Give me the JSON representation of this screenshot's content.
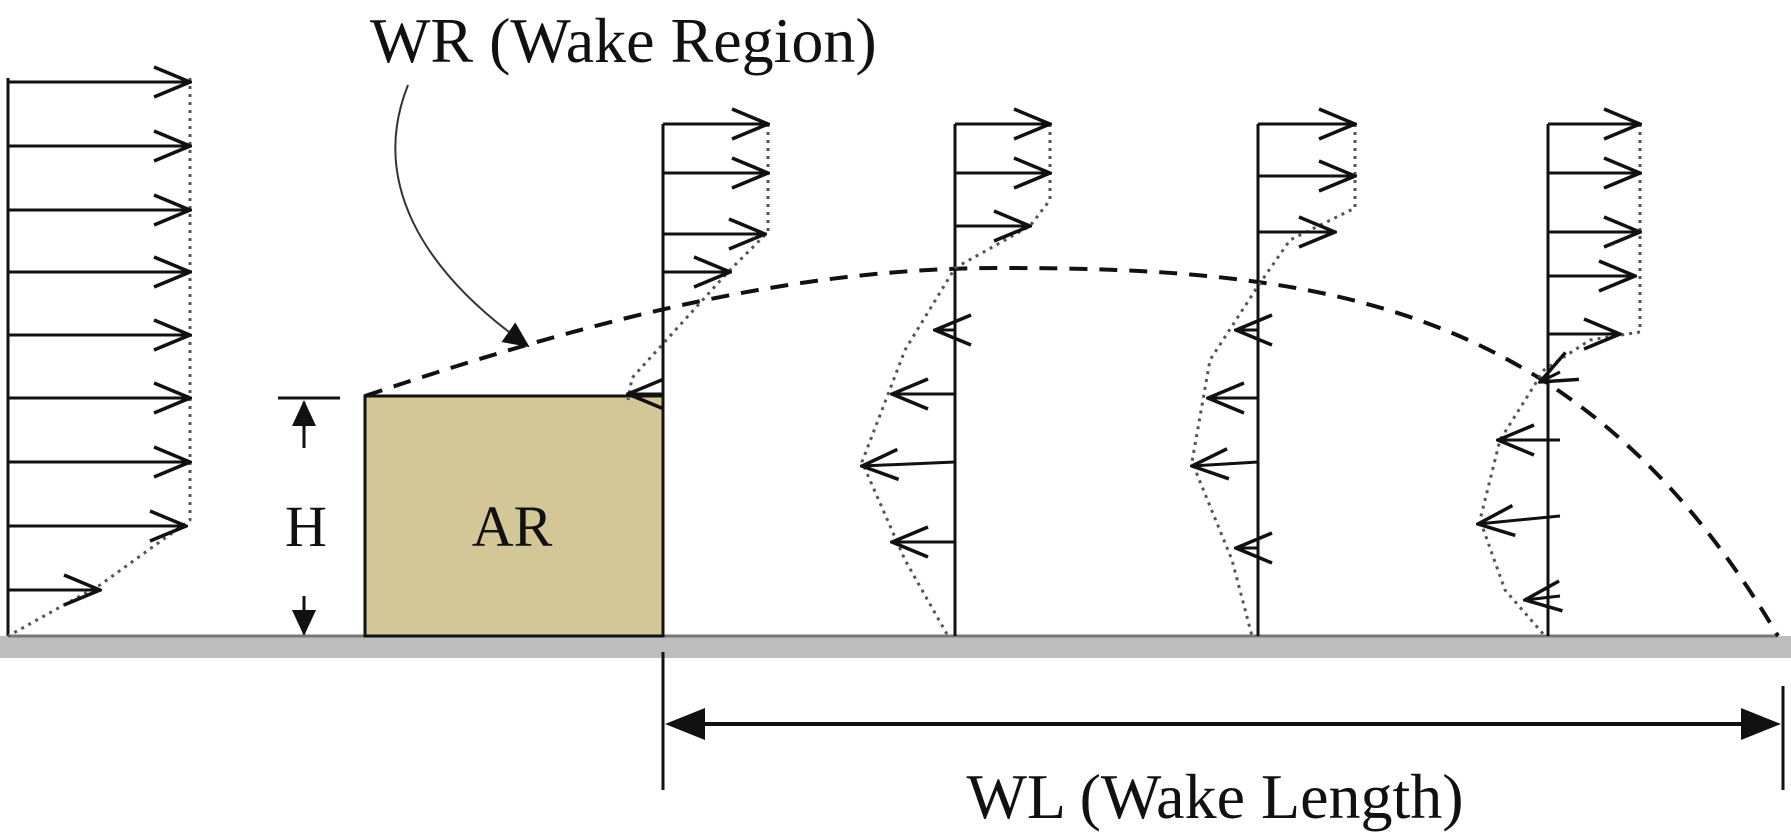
{
  "labels": {
    "wake_region": "WR (Wake Region)",
    "wake_length": "WL (Wake Length)",
    "height": "H",
    "obstacle": "AR"
  },
  "colors": {
    "obstacle_fill": "#d4c797",
    "stroke": "#111111",
    "profile_dotted": "#555555",
    "ground": "#bdbdbd"
  },
  "icons": {
    "velocity_arrow": "arrow-right-icon",
    "reverse_flow_arrow": "arrow-left-icon",
    "dimension_arrow": "double-arrow-icon"
  }
}
